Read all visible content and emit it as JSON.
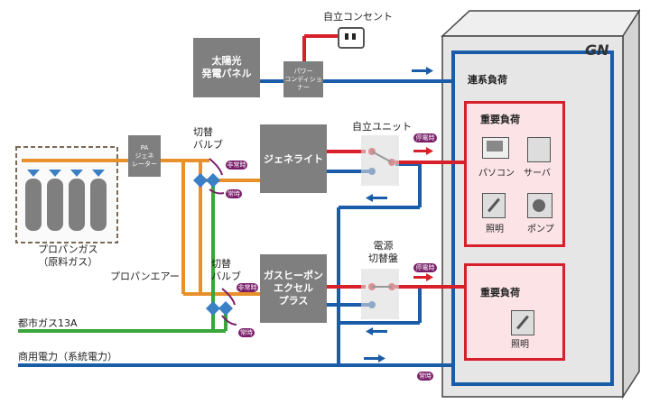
{
  "gn_label": "GN",
  "labels": {
    "outlet": "自立コンセント",
    "solar_line1": "太陽光",
    "solar_line2": "発電パネル",
    "power_conditioner_line1": "パワー",
    "power_conditioner_line2": "コンディショナー",
    "grid_load": "連系負荷",
    "important_load_1": "重要負荷",
    "important_load_2": "重要負荷",
    "pc": "パソコン",
    "server": "サーバ",
    "lighting_1": "照明",
    "pump": "ポンプ",
    "lighting_2": "照明",
    "pa_gen_line1": "PA",
    "pa_gen_line2": "ジェネ",
    "pa_gen_line3": "レーター",
    "valve1_line1": "切替",
    "valve1_line2": "バルブ",
    "valve2_line1": "切替",
    "valve2_line2": "バルブ",
    "genelite": "ジェネライト",
    "ghp_line1": "ガスヒーポン",
    "ghp_line2": "エクセル",
    "ghp_line3": "プラス",
    "self_unit": "自立ユニット",
    "switchboard_line1": "電源",
    "switchboard_line2": "切替盤",
    "propane_gas_line1": "プロパンガス",
    "propane_gas_line2": "（原料ガス）",
    "propane_air": "プロパンエアー",
    "city_gas": "都市ガス13A",
    "commercial_power": "商用電力（系統電力）"
  },
  "badges": {
    "emergency_1": "非常時",
    "normal_1": "常時",
    "emergency_2": "非常時",
    "normal_2": "常時",
    "outage_1": "停電時",
    "outage_2": "停電時",
    "normal_3": "常時"
  },
  "colors": {
    "blue": "#1a5ca8",
    "red": "#d7202a",
    "orange": "#e8912a",
    "green": "#3aa53a",
    "gray_box": "#7f7f7f",
    "badge": "#7a1e6a",
    "pink_fill": "#fbe3e6",
    "cabinet": "#e6e6e6"
  },
  "icons": [
    "outlet-icon",
    "computer-icon",
    "server-icon",
    "light-bulb-icon",
    "pump-icon",
    "valve-icon",
    "gas-cylinder-icon",
    "arrow-right-icon",
    "arrow-left-icon"
  ]
}
